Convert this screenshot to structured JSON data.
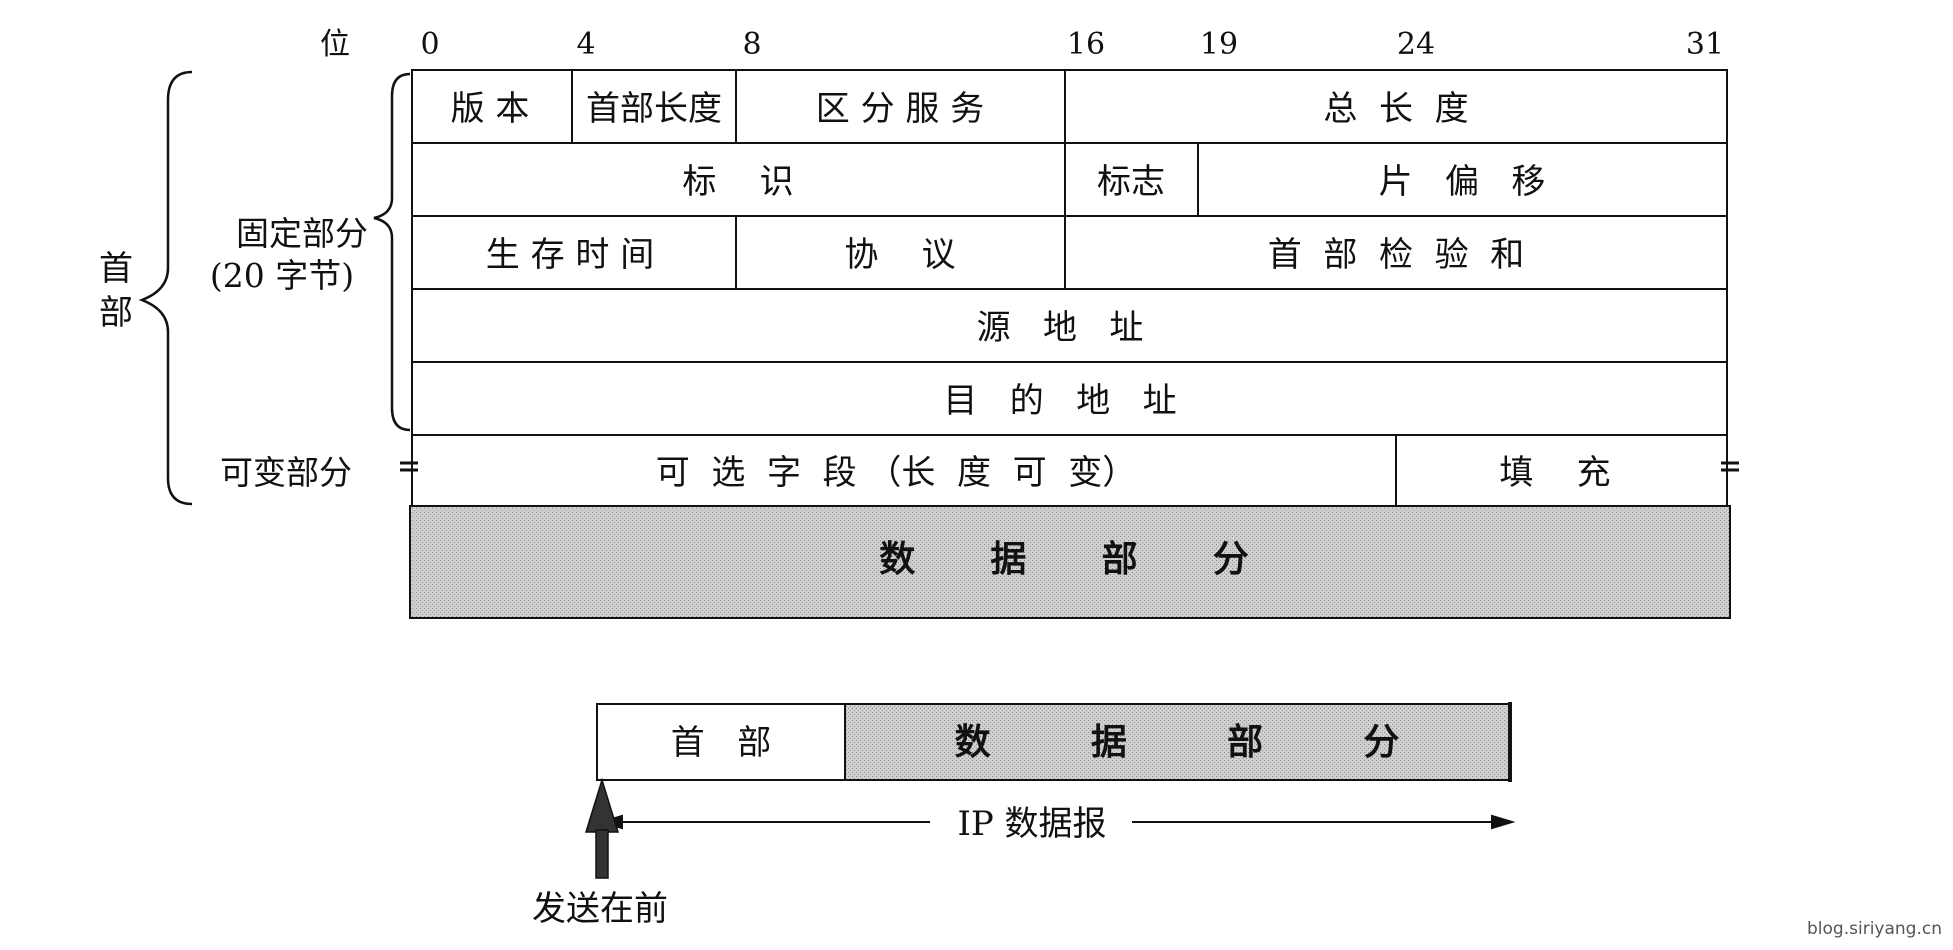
{
  "diagram": {
    "bit_label": "位",
    "bit_ticks": [
      "0",
      "4",
      "8",
      "16",
      "19",
      "24",
      "31"
    ],
    "side_labels": {
      "header": "首\n部",
      "fixed_part": "固定部分",
      "fixed_size": "(20 字节)",
      "variable_part": "可变部分"
    },
    "fields": {
      "version": "版 本",
      "header_length": "首部长度",
      "diff_services": "区 分 服 务",
      "total_length": "总  长  度",
      "identification": "标    识",
      "flags": "标志",
      "fragment_offset": "片   偏   移",
      "ttl": "生 存 时 间",
      "protocol": "协    议",
      "header_checksum": "首  部  检  验  和",
      "source_address": "源   地   址",
      "destination_address": "目   的   地   址",
      "options": "可  选  字  段 （长  度  可  变）",
      "padding": "填    充",
      "data_part": "数      据      部      分"
    },
    "datagram": {
      "header": "首   部",
      "data": "数        据        部        分",
      "ip_label": "IP 数据报",
      "send_first": "发送在前"
    },
    "watermark": "blog.siriyang.cn",
    "colors": {
      "line": "#111111",
      "shade": "#c9c9c9"
    }
  }
}
